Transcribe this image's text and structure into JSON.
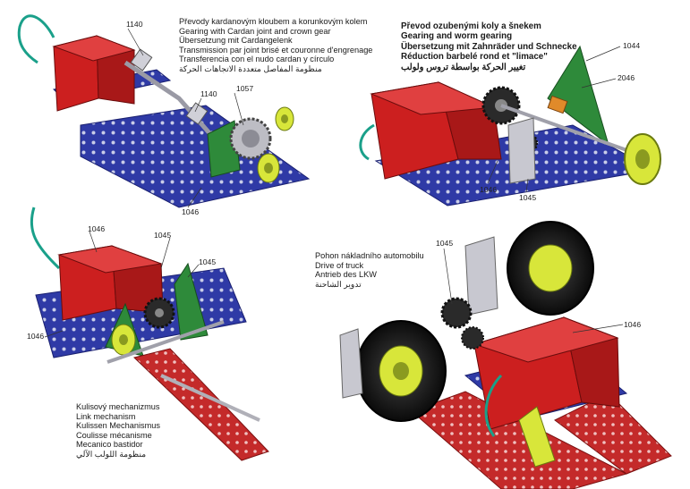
{
  "colors": {
    "plate": "#2f3aa6",
    "hole": "#c9cde8",
    "motor": "#cc1f1f",
    "motor_dark": "#8a1111",
    "green": "#2e8a3a",
    "yellow": "#d8e63a",
    "gear": "#2a2a2a",
    "silver": "#c8c8d0",
    "red_strip": "#c42a2a",
    "wire": "#1aa08a"
  },
  "icons": [
    "motor-icon",
    "gear-icon",
    "wheel-icon",
    "tire-icon",
    "wire-icon"
  ],
  "captions": {
    "tl": [
      "Převody kardanovým kloubem a korunkovým kolem",
      "Gearing with Cardan joint and crown gear",
      "Übersetzung mit Cardangelenk",
      "Transmission par joint brisé et couronne d'engrenage",
      "Transferencia con el nudo cardan y círculo",
      "منظومة المفاصل متعددة الاتجاهات الحركة"
    ],
    "tr": [
      "Převod ozubenými koly a šnekem",
      "Gearing and worm gearing",
      "Übersetzung mit Zahnräder und Schnecke",
      "Réduction barbelé rond et \"limace\"",
      "تغيير الحركة بواسطة تروس ولولب"
    ],
    "bl": [
      "Kulisový mechanizmus",
      "Link mechanism",
      "Kulissen Mechanismus",
      "Coulisse mécanisme",
      "Mecanico bastidor",
      "منظومة اللولب الآلي"
    ],
    "br": [
      "Pohon nákladního automobilu",
      "Drive of truck",
      "Antrieb des LKW",
      "تدوير الشاحنة"
    ]
  },
  "labels": {
    "tl_1140a": "1140",
    "tl_1140b": "1140",
    "tl_1057": "1057",
    "tl_1046": "1046",
    "tr_1044": "1044",
    "tr_2046": "2046",
    "tr_1046": "1046",
    "tr_1045": "1045",
    "bl_1046a": "1046",
    "bl_1045a": "1045",
    "bl_1045b": "1045",
    "bl_1046b": "1046",
    "br_1045": "1045",
    "br_1046": "1046"
  }
}
